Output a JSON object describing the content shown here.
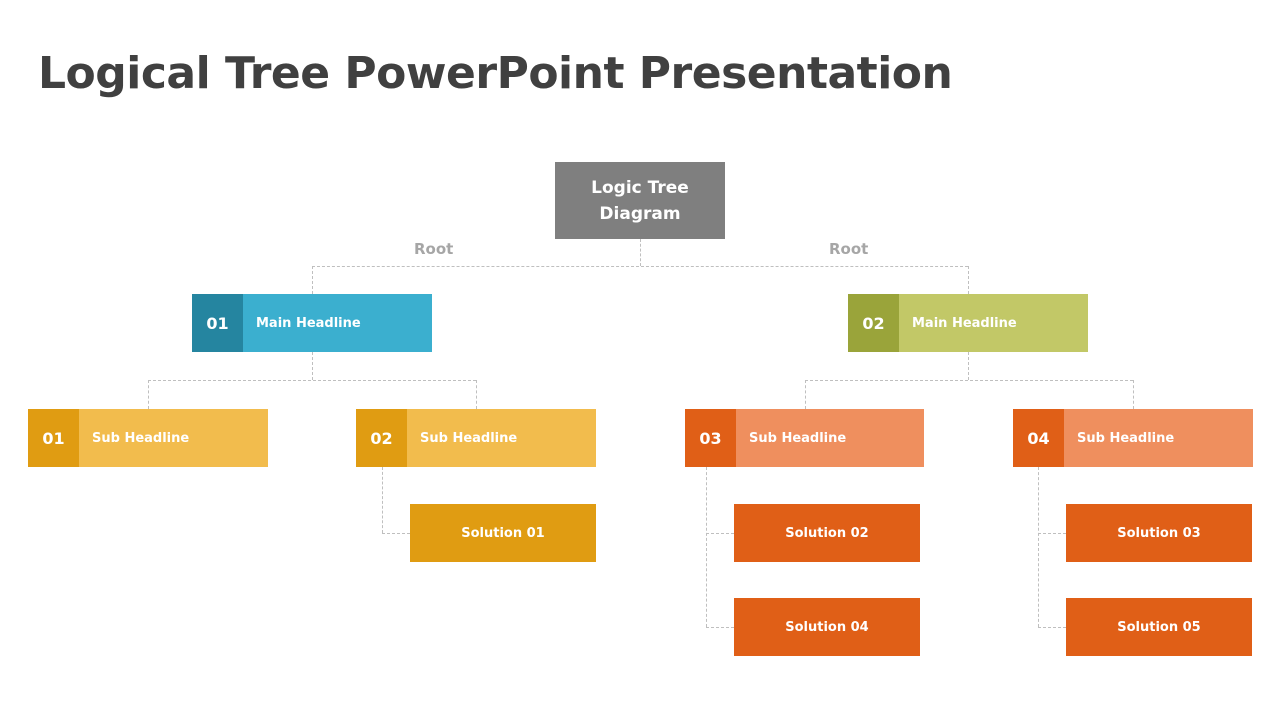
{
  "title": "Logical Tree PowerPoint Presentation",
  "root": {
    "line1": "Logic Tree",
    "line2": "Diagram"
  },
  "branch_labels": [
    "Root",
    "Root"
  ],
  "main_headlines": [
    {
      "num": "01",
      "label": "Main Headline",
      "num_color": "#2585A0",
      "label_color": "#3BAFCF"
    },
    {
      "num": "02",
      "label": "Main Headline",
      "num_color": "#9AA43A",
      "label_color": "#C2C867"
    }
  ],
  "sub_headlines": [
    {
      "num": "01",
      "label": "Sub Headline",
      "num_color": "#E09C12",
      "label_color": "#F2BC4D"
    },
    {
      "num": "02",
      "label": "Sub Headline",
      "num_color": "#E09C12",
      "label_color": "#F2BC4D"
    },
    {
      "num": "03",
      "label": "Sub Headline",
      "num_color": "#E05F17",
      "label_color": "#EF8F5E"
    },
    {
      "num": "04",
      "label": "Sub Headline",
      "num_color": "#E05F17",
      "label_color": "#EF8F5E"
    }
  ],
  "solutions": [
    {
      "label": "Solution 01",
      "color": "#E09C12"
    },
    {
      "label": "Solution 02",
      "color": "#E05F17"
    },
    {
      "label": "Solution 03",
      "color": "#E05F17"
    },
    {
      "label": "Solution 04",
      "color": "#E05F17"
    },
    {
      "label": "Solution 05",
      "color": "#E05F17"
    }
  ],
  "colors": {
    "title": "#404040",
    "root_box": "#7F7F7F",
    "root_label": "#A6A6A6",
    "connector": "#BFBFBF"
  }
}
